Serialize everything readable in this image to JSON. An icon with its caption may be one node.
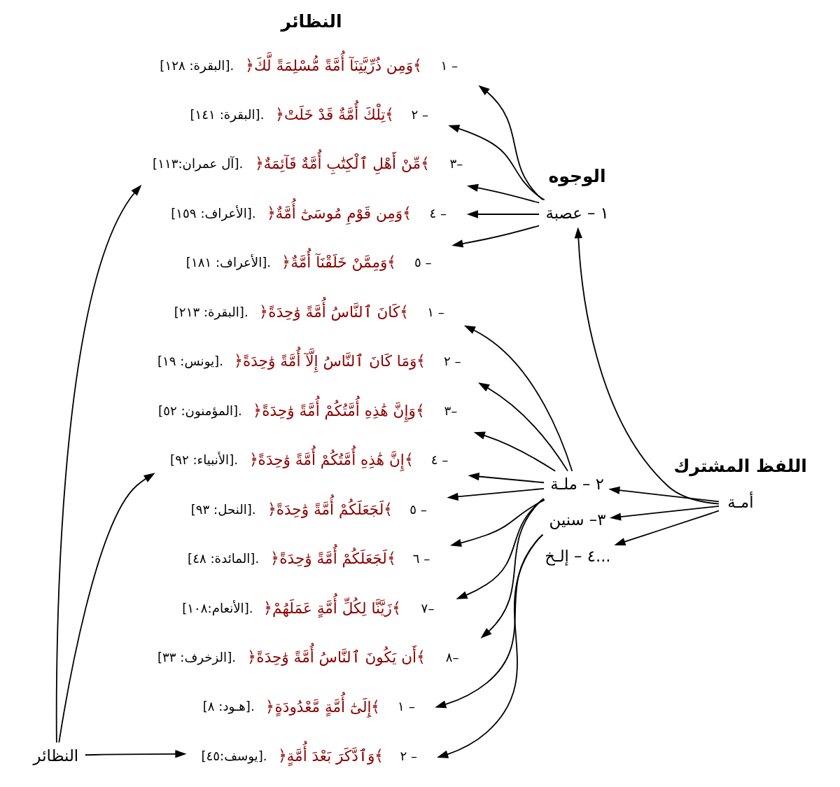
{
  "diagram": {
    "nodes": [
      {
        "text": [
          "أمـة"
        ]
      },
      {
        "text": [
          "١ – عصبة"
        ]
      },
      {
        "text": [
          "٢ – ملـة"
        ]
      },
      {
        "text": [
          "٣– سنين"
        ]
      },
      {
        "text": [
          "٤ – إلـخ..."
        ]
      },
      {
        "text": [
          "١ –",
          "﴿وَمِن ذُرِّيَّتِنَآ أُمَّةً مُّسْلِمَةً لَّكَ﴾",
          "[البقرة: ١٢٨]."
        ]
      },
      {
        "text": [
          "٢ –",
          "﴿تِلْكَ أُمَّةٌ قَدْ خَلَتْ﴾",
          "[البقرة: ١٤١]."
        ]
      },
      {
        "text": [
          "٣–",
          "﴿مِّنْ أَهْلِ ٱلْكِتَٰبِ أُمَّةٌ قَآئِمَةٌ﴾",
          "[آل عمران:١١٣]."
        ]
      },
      {
        "text": [
          "٤ –",
          "﴿وَمِن قَوْمِ مُوسَىٰٓ أُمَّةٌ﴾",
          "[الأعراف: ١٥٩]."
        ]
      },
      {
        "text": [
          "٥ –",
          "﴿وَمِمَّنْ خَلَقْنَآ أُمَّةٌ﴾",
          "[الأعراف: ١٨١]."
        ]
      },
      {
        "text": [
          "١ –",
          "﴿كَانَ ٱلنَّاسُ أُمَّةً وَٰحِدَةً﴾",
          "[البقرة: ٢١٣]."
        ]
      },
      {
        "text": [
          "٢ –",
          "﴿وَمَا كَانَ ٱلنَّاسُ إِلَّآ أُمَّةً وَٰحِدَةً﴾",
          "[يونس: ١٩]."
        ]
      },
      {
        "text": [
          "٣–",
          "﴿وَإِنَّ هَٰذِهِ أُمَّتُكُمْ أُمَّةً وَٰحِدَةً﴾",
          "[المؤمنون: ٥٢]."
        ]
      },
      {
        "text": [
          "٤ –",
          "﴿إِنَّ هَٰذِهِ أُمَّتُكُمْ أُمَّةً وَٰحِدَةً﴾",
          "[الأنبياء: ٩٢]."
        ]
      },
      {
        "text": [
          "٥ –",
          "﴿لَجَعَلَكُمْ أُمَّةً وَٰحِدَةً﴾",
          "[النحل: ٩٣]."
        ]
      },
      {
        "text": [
          "٦ –",
          "﴿لَجَعَلَكُمْ أُمَّةً وَٰحِدَةً﴾",
          "[المائدة: ٤٨]."
        ]
      },
      {
        "text": [
          "٧–",
          "﴿زَيَّنَّا لِكُلِّ أُمَّةٍ عَمَلَهُمْ﴾",
          "[الأنعام:١٠٨]."
        ]
      },
      {
        "text": [
          "٨–",
          "﴿أَن يَكُونَ ٱلنَّاسُ أُمَّةً وَٰحِدَةً﴾",
          "[الزخرف: ٣٣]."
        ]
      },
      {
        "text": [
          "١ –",
          "﴿إِلَىٰٓ أُمَّةٍ مَّعْدُودَةٍ﴾",
          "[هـود: ٨]."
        ]
      },
      {
        "text": [
          "٢ –",
          "﴿وَٱدَّكَرَ بَعْدَ أُمَّةٍ﴾",
          "[يوسف:٤٥]."
        ]
      },
      {
        "text": [
          "النظائر"
        ]
      }
    ],
    "edges": [
      {
        "from": 0,
        "to": 1,
        "arrow": "to"
      },
      {
        "from": 0,
        "to": 2,
        "arrow": "to"
      },
      {
        "from": 0,
        "to": 3,
        "arrow": "to"
      },
      {
        "from": 0,
        "to": 4,
        "arrow": "to"
      },
      {
        "from": 1,
        "to": 5,
        "arrow": "to"
      },
      {
        "from": 1,
        "to": 6,
        "arrow": "to"
      },
      {
        "from": 1,
        "to": 7,
        "arrow": "to"
      },
      {
        "from": 1,
        "to": 8,
        "arrow": "to"
      },
      {
        "from": 1,
        "to": 9,
        "arrow": "to"
      },
      {
        "from": 2,
        "to": 10,
        "arrow": "to"
      },
      {
        "from": 2,
        "to": 11,
        "arrow": "to"
      },
      {
        "from": 2,
        "to": 12,
        "arrow": "to"
      },
      {
        "from": 2,
        "to": 13,
        "arrow": "to"
      },
      {
        "from": 2,
        "to": 14,
        "arrow": "to"
      },
      {
        "from": 2,
        "to": 15,
        "arrow": "to"
      },
      {
        "from": 2,
        "to": 16,
        "arrow": "to"
      },
      {
        "from": 2,
        "to": 17,
        "arrow": "to"
      },
      {
        "from": 3,
        "to": 18,
        "arrow": "to"
      },
      {
        "from": 3,
        "to": 19,
        "arrow": "to"
      },
      {
        "from": 20,
        "to": 7,
        "arrow": "to"
      },
      {
        "from": 20,
        "to": 13,
        "arrow": "to"
      },
      {
        "from": 20,
        "to": 19,
        "arrow": "to"
      }
    ],
    "labels": [
      "اللفظ المشترك",
      "الوجوه",
      "النظائر"
    ]
  }
}
